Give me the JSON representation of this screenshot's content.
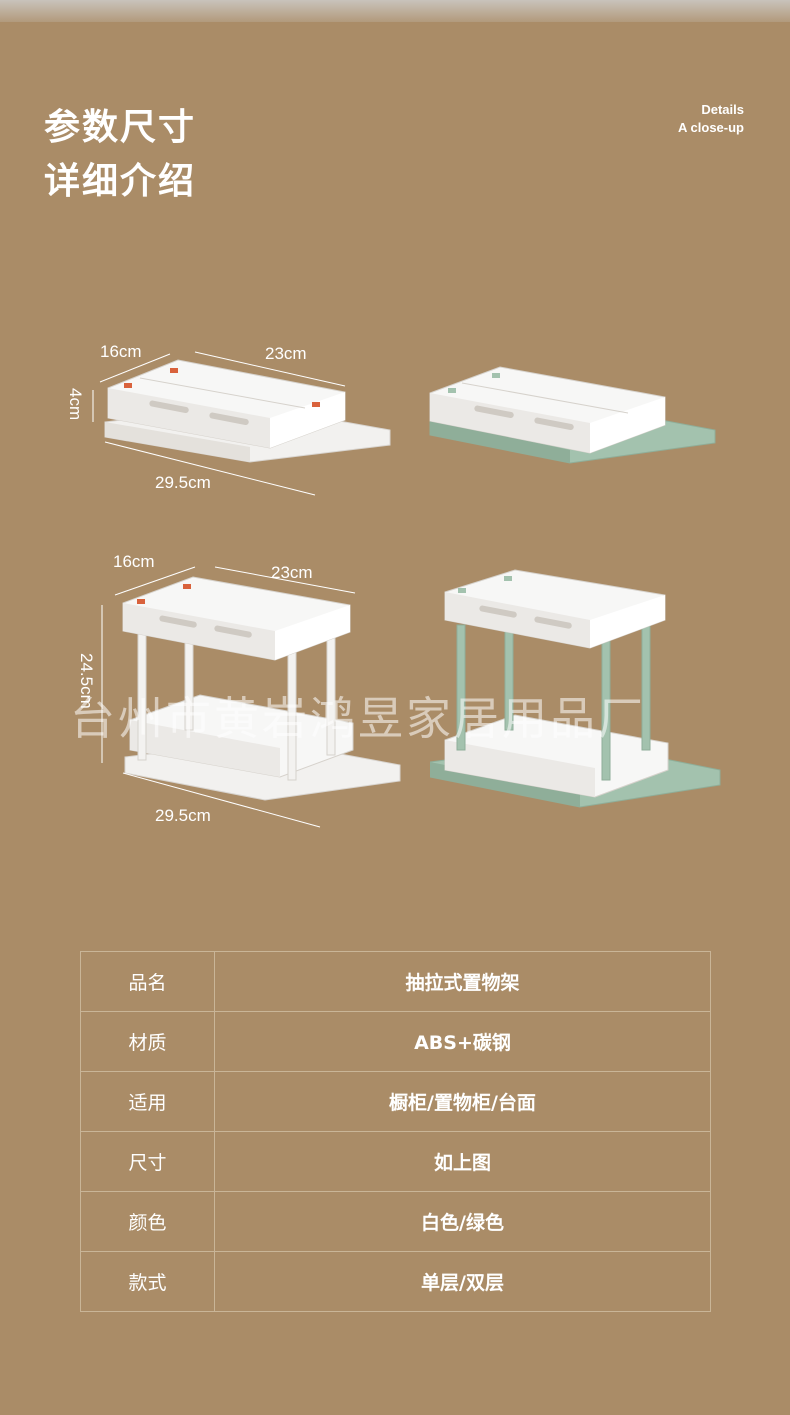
{
  "header": {
    "title_line1": "参数尺寸",
    "title_line2": "详细介绍",
    "sub_line1": "Details",
    "sub_line2": "A close-up"
  },
  "dimensions": {
    "single": {
      "depth": "16cm",
      "width": "23cm",
      "height": "4cm",
      "length": "29.5cm"
    },
    "double": {
      "depth": "16cm",
      "width": "23cm",
      "height": "24.5cm",
      "length": "29.5cm"
    }
  },
  "watermark": "台州市黄岩鸿昱家居用品厂",
  "colors": {
    "background": "#aa8c67",
    "white_variant": "#ffffff",
    "green_variant": "#a3c2ae"
  },
  "specs": [
    {
      "key": "品名",
      "value": "抽拉式置物架"
    },
    {
      "key": "材质",
      "value": "ABS+碳钢"
    },
    {
      "key": "适用",
      "value": "橱柜/置物柜/台面"
    },
    {
      "key": "尺寸",
      "value": "如上图"
    },
    {
      "key": "颜色",
      "value": "白色/绿色"
    },
    {
      "key": "款式",
      "value": "单层/双层"
    }
  ]
}
